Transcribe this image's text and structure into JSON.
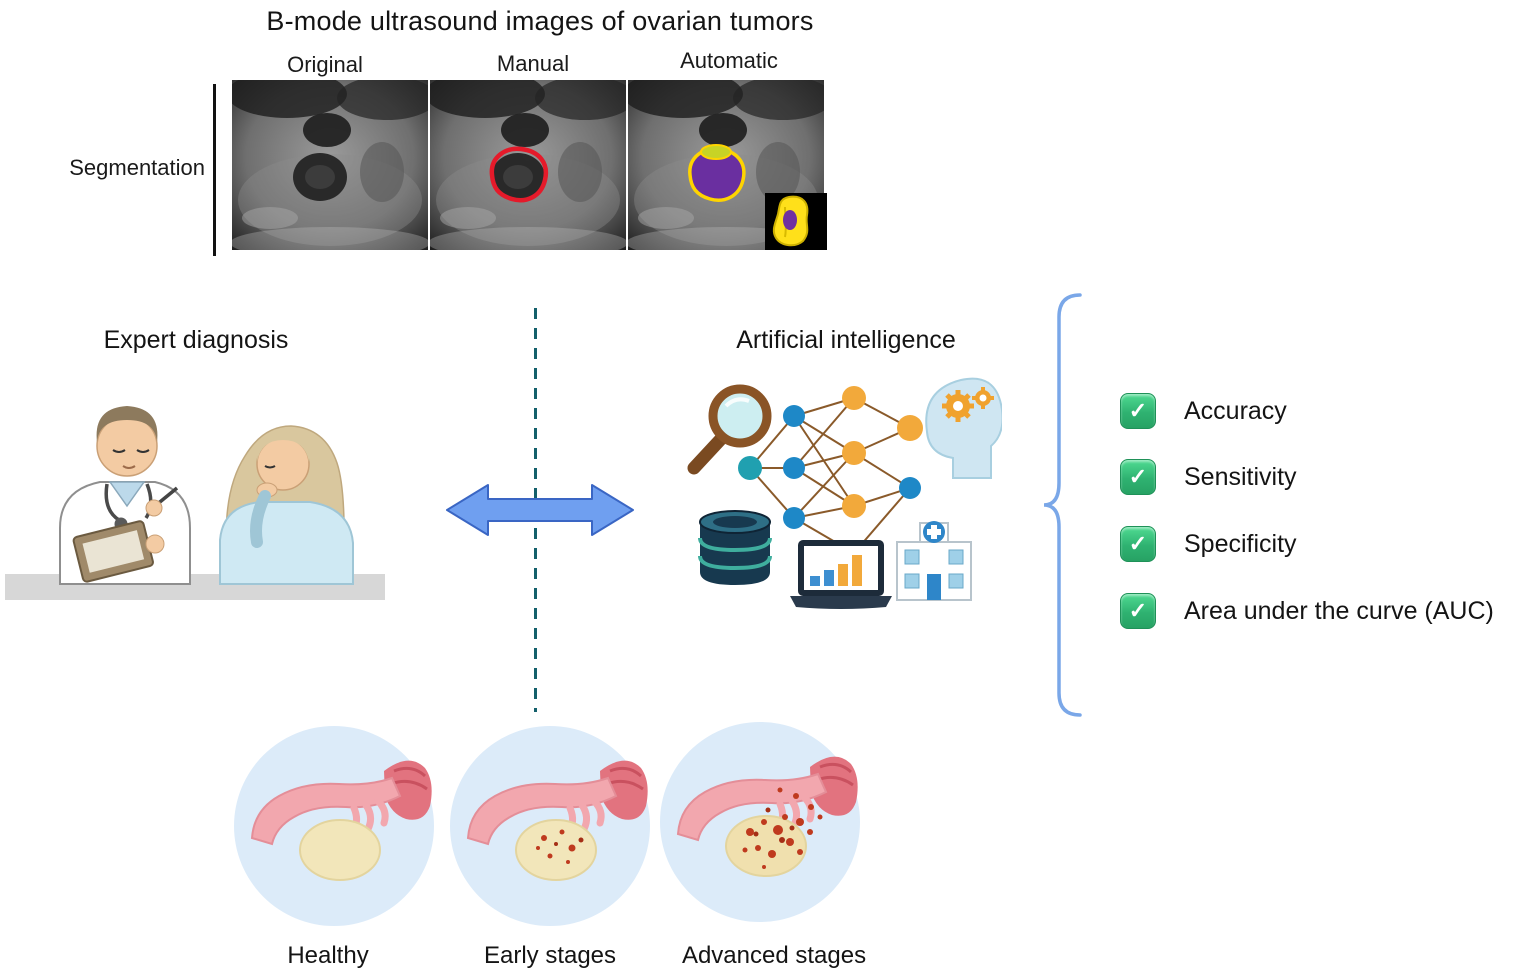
{
  "header": {
    "title": "B-mode ultrasound images of ovarian tumors",
    "row_label": "Segmentation",
    "columns": [
      {
        "label": "Original"
      },
      {
        "label": "Manual"
      },
      {
        "label": "Automatic"
      }
    ]
  },
  "comparison": {
    "expert_label": "Expert diagnosis",
    "ai_label": "Artificial intelligence"
  },
  "metrics": {
    "items": [
      {
        "label": "Accuracy"
      },
      {
        "label": "Sensitivity"
      },
      {
        "label": "Specificity"
      },
      {
        "label": "Area under the curve (AUC)"
      }
    ]
  },
  "stages": {
    "items": [
      {
        "label": "Healthy"
      },
      {
        "label": "Early stages"
      },
      {
        "label": "Advanced stages"
      }
    ]
  },
  "icons": {
    "check_glyph": "✓",
    "ai_icons": [
      "magnifier-icon",
      "neural-network-icon",
      "head-gears-icon",
      "database-icon",
      "laptop-chart-icon",
      "hospital-icon"
    ],
    "arrow": "double-arrow-icon"
  },
  "colors": {
    "check_green": "#2fb271",
    "arrow_blue": "#6f9ff0",
    "bracket_blue": "#7aa7e8",
    "divider_teal": "#14606b",
    "manual_outline": "#e51a2a",
    "automatic_fill": "#6a2fa0",
    "automatic_outline": "#ffd400",
    "stage_circle_bg": "#dcebf9"
  }
}
